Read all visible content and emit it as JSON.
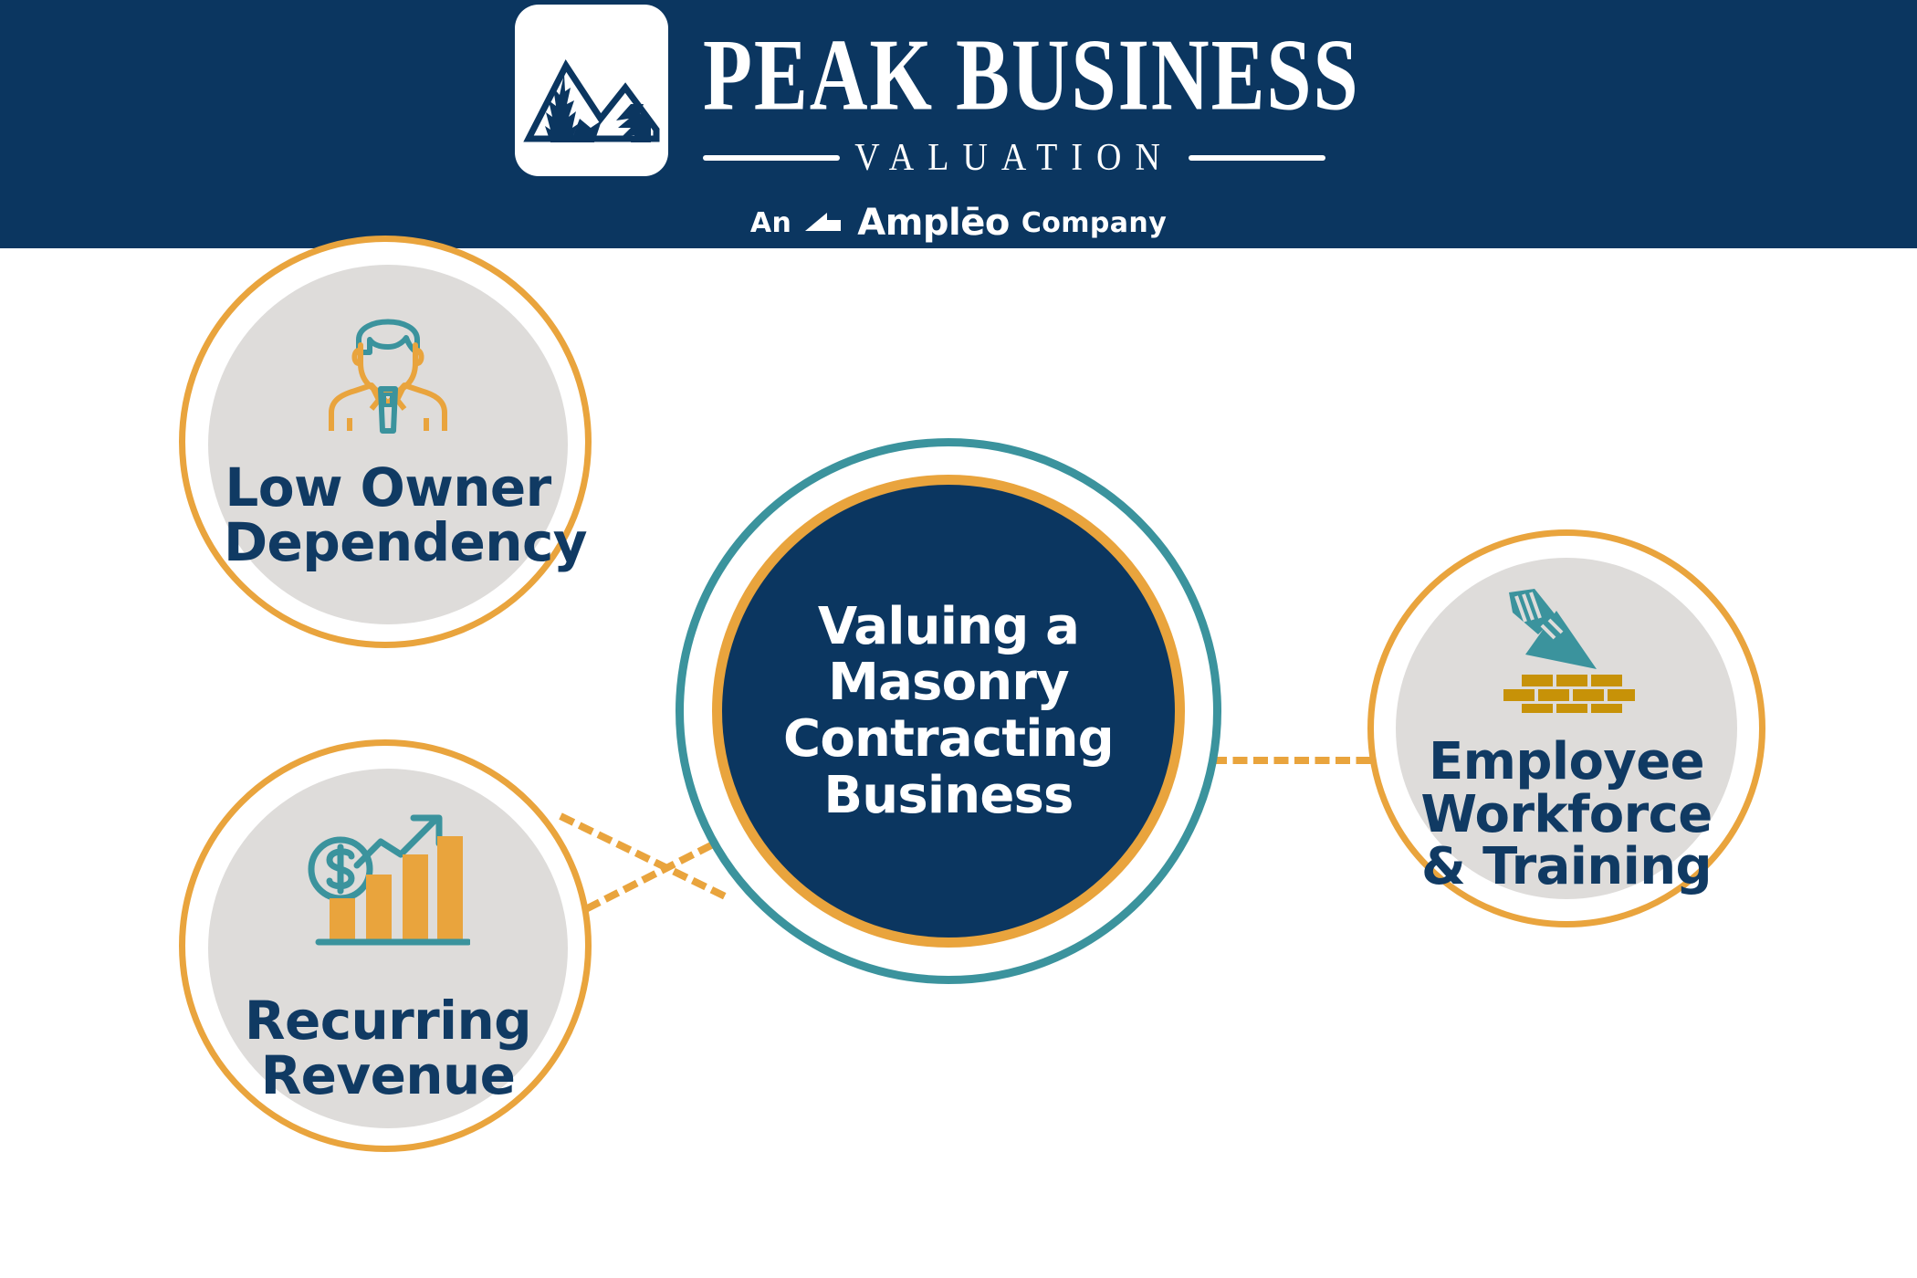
{
  "header": {
    "logo_icon": "mountain-peaks-logo-icon",
    "wordmark_main": "PEAK BUSINESS",
    "wordmark_sub": "VALUATION",
    "affiliation_prefix": "An",
    "affiliation_brand": "Amplēo",
    "affiliation_suffix": "Company",
    "affiliation_icon": "ampleo-mark-icon",
    "background_color": "#0b3660"
  },
  "diagram": {
    "center": {
      "title": "Valuing a Masonry Contracting Business",
      "fill_color": "#0b3660",
      "inner_ring_color": "#e9a43d",
      "outer_ring_color": "#3b939d",
      "text_color": "#ffffff"
    },
    "nodes": [
      {
        "id": "low-owner-dependency",
        "label": "Low Owner Dependency",
        "icon": "businessman-icon",
        "position": "top-left",
        "ring_color": "#e9a43d",
        "fill_color": "#dedcda",
        "text_color": "#103a63"
      },
      {
        "id": "recurring-revenue",
        "label": "Recurring Revenue",
        "icon": "growth-chart-dollar-icon",
        "position": "bottom-left",
        "ring_color": "#e9a43d",
        "fill_color": "#dedcda",
        "text_color": "#103a63"
      },
      {
        "id": "employee-workforce-training",
        "label": "Employee Workforce & Training",
        "icon": "trowel-brick-wall-icon",
        "position": "right",
        "ring_color": "#e9a43d",
        "fill_color": "#dedcda",
        "text_color": "#103a63"
      }
    ],
    "connector_color": "#e9a43d",
    "connector_style": "dashed"
  },
  "palette": {
    "navy": "#0b3660",
    "orange": "#e9a43d",
    "teal": "#3b939d",
    "grey": "#dedcda",
    "brick_gold": "#c79208",
    "white": "#ffffff"
  }
}
